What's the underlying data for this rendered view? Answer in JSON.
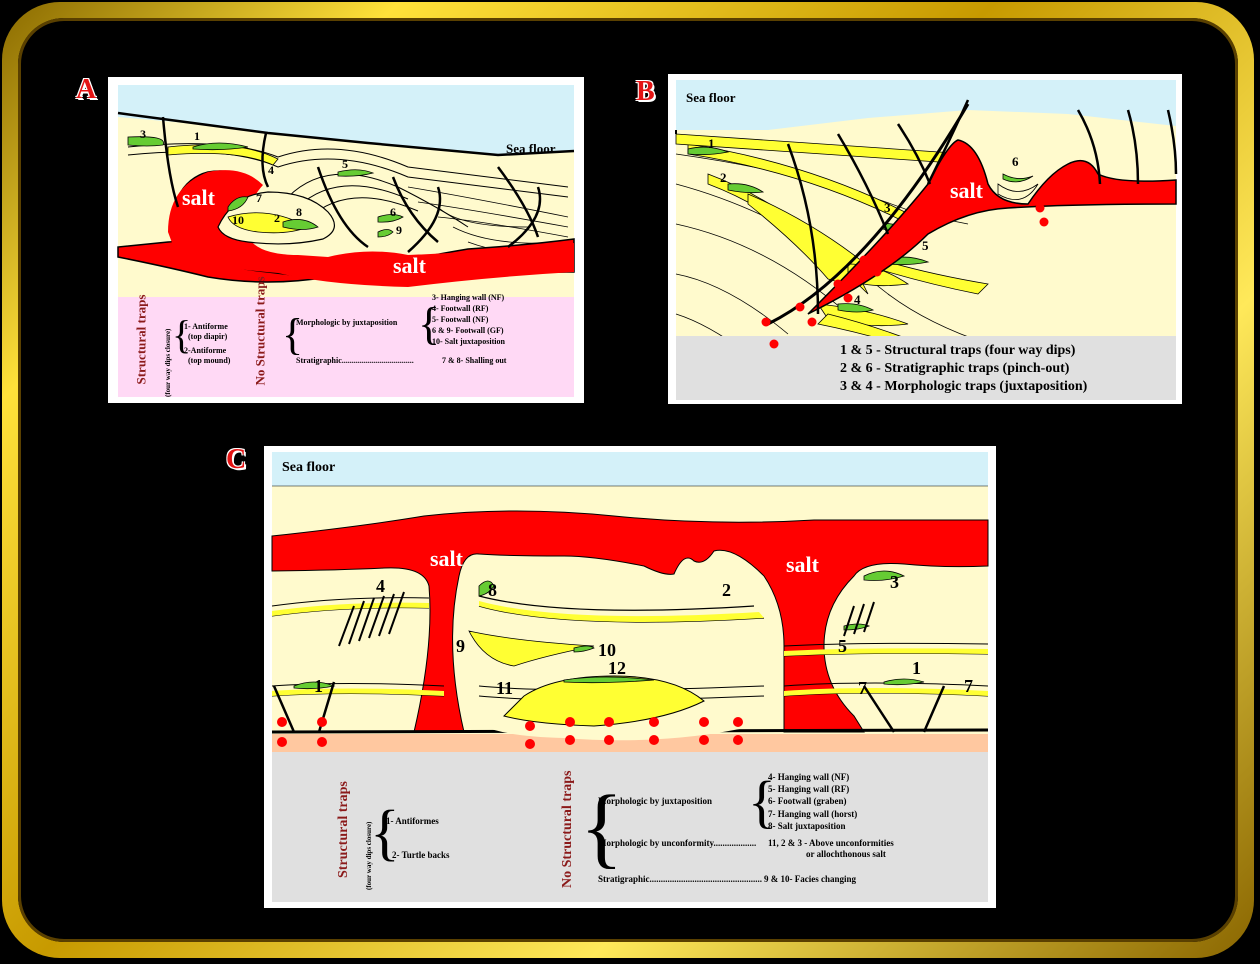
{
  "panels": {
    "a": {
      "letter": "A",
      "sea_floor": "Sea floor",
      "salt_1": "salt",
      "salt_2": "salt",
      "numbers": [
        "3",
        "1",
        "4",
        "5",
        "7",
        "10",
        "2",
        "8",
        "6",
        "9"
      ],
      "legend": {
        "structural_title": "Structural traps",
        "structural_sub": "(four way dips closure)",
        "structural_items": [
          "1- Antiforme",
          "(top diapir)",
          "2-Antiforme",
          "(top mound)"
        ],
        "nonstructural_title": "No Structural traps",
        "morphologic_label": "Morphologic by juxtaposition",
        "morphologic_items": [
          "3- Hanging wall (NF)",
          "4- Footwall (RF)",
          "5- Footwall (NF)",
          "6 & 9- Footwall (GF)",
          "10- Salt juxtaposition"
        ],
        "stratigraphic_label": "Stratigraphic....................................",
        "stratigraphic_value": "7 & 8- Shalling out"
      }
    },
    "b": {
      "letter": "B",
      "sea_floor": "Sea floor",
      "salt": "salt",
      "numbers": [
        "1",
        "2",
        "3",
        "4",
        "5",
        "6"
      ],
      "legend": [
        "1 & 5 - Structural traps (four way dips)",
        "2 & 6 - Stratigraphic traps (pinch-out)",
        "3 & 4 - Morphologic traps (juxtaposition)"
      ]
    },
    "c": {
      "letter": "C",
      "sea_floor": "Sea floor",
      "salt_1": "salt",
      "salt_2": "salt",
      "numbers": [
        "4",
        "8",
        "2",
        "3",
        "9",
        "10",
        "12",
        "5",
        "1",
        "11",
        "1",
        "7",
        "7"
      ],
      "legend": {
        "structural_title": "Structural traps",
        "structural_sub": "(four way dips closure)",
        "structural_items": [
          "1- Antiformes",
          "2- Turtle backs"
        ],
        "nonstructural_title": "No Structural traps",
        "morphologic_label": "Morphologic by juxtaposition",
        "morphologic_items": [
          "4- Hanging wall (NF)",
          "5- Hanging wall (RF)",
          "6- Footwall (graben)",
          "7- Hanging wall (horst)",
          "8- Salt juxtaposition"
        ],
        "unconformity_label": "Morphologic by unconformity...................",
        "unconformity_value_1": "11, 2 & 3 - Above unconformities",
        "unconformity_value_2": "or allochthonous salt",
        "stratigraphic_label": "Stratigraphic..................................................",
        "stratigraphic_value": "9 & 10- Facies changing"
      }
    }
  },
  "colors": {
    "frame": "#ffd700",
    "salt": "#ff0000",
    "sediment": "#fffacd",
    "sea": "#d4f1f9",
    "sand": "#ffff33",
    "hydrocarbon": "#66cc33",
    "legend_a": "#ffd9f5",
    "legend_bc": "#e0e0e0",
    "basement": "#ffc8a0"
  }
}
